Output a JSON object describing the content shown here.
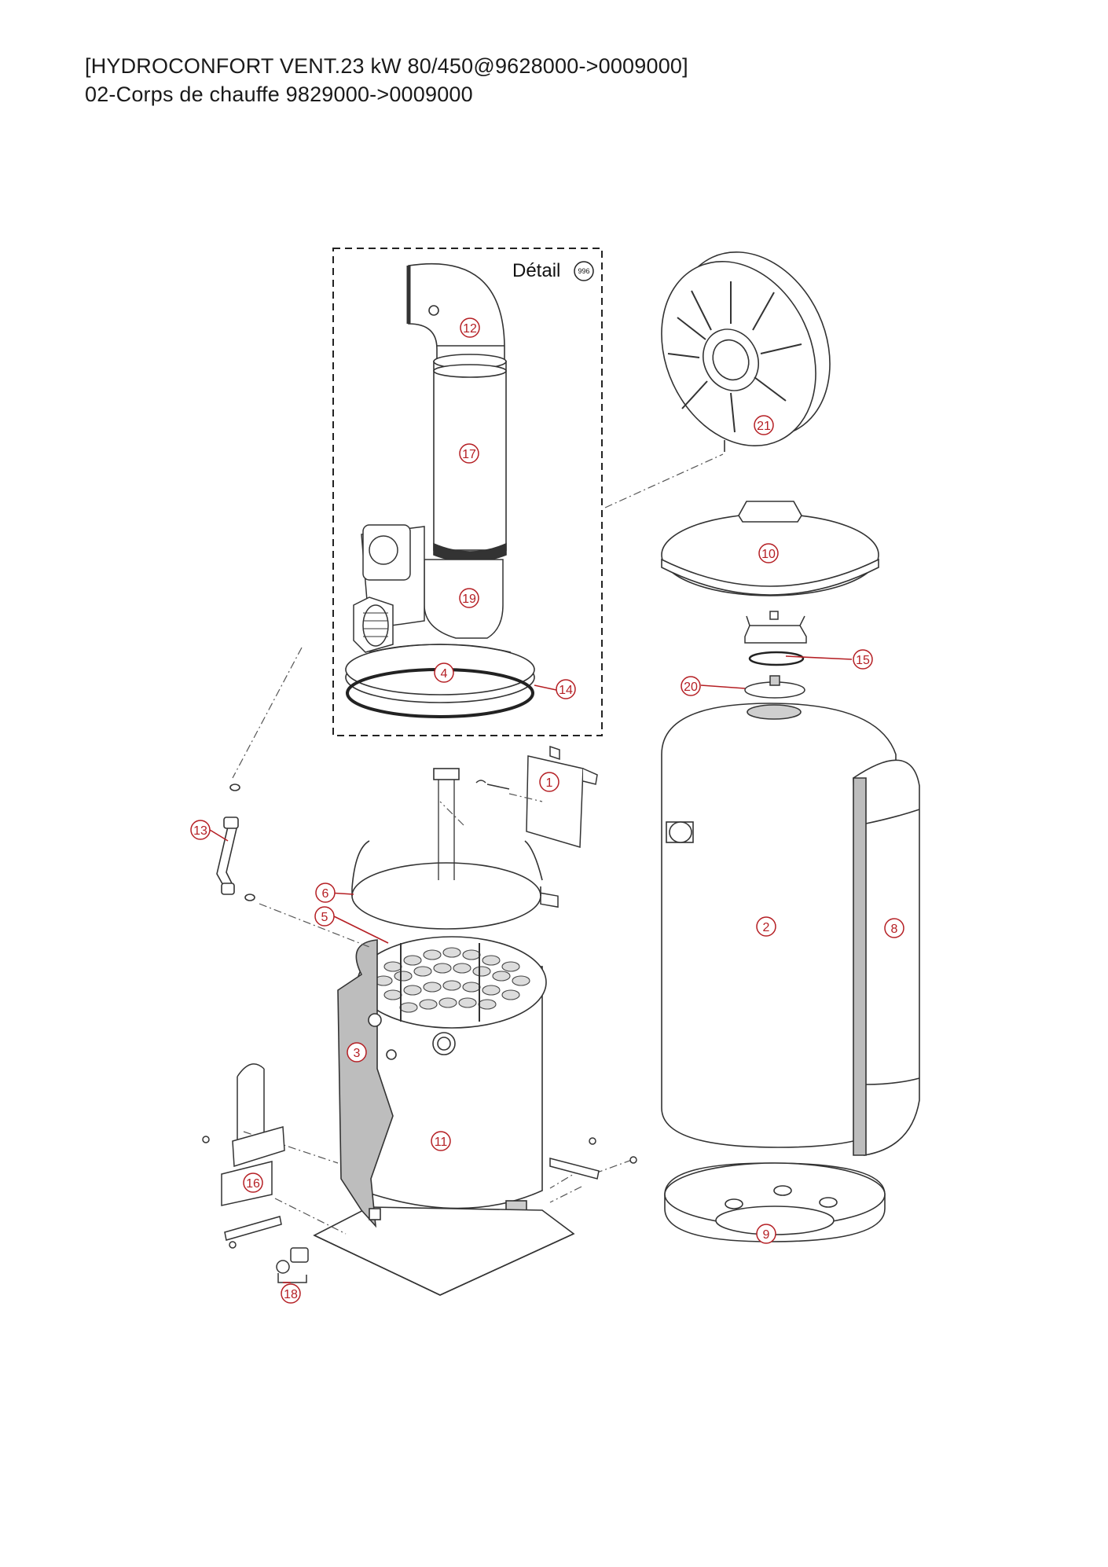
{
  "header": {
    "line1": "[HYDROCONFORT VENT.23 kW 80/450@9628000->0009000]",
    "line2": "02-Corps de chauffe 9829000->0009000"
  },
  "detail": {
    "label": "Détail",
    "code": "996"
  },
  "callouts": {
    "c1": "1",
    "c2": "2",
    "c3": "3",
    "c4": "4",
    "c5": "5",
    "c6": "6",
    "c8": "8",
    "c9": "9",
    "c10": "10",
    "c11": "11",
    "c12": "12",
    "c13": "13",
    "c14": "14",
    "c15": "15",
    "c16": "16",
    "c17": "17",
    "c18": "18",
    "c19": "19",
    "c20": "20",
    "c21": "21"
  },
  "colors": {
    "callout": "#b51f24",
    "line": "#333333",
    "insulation": "#bdbdbd"
  }
}
